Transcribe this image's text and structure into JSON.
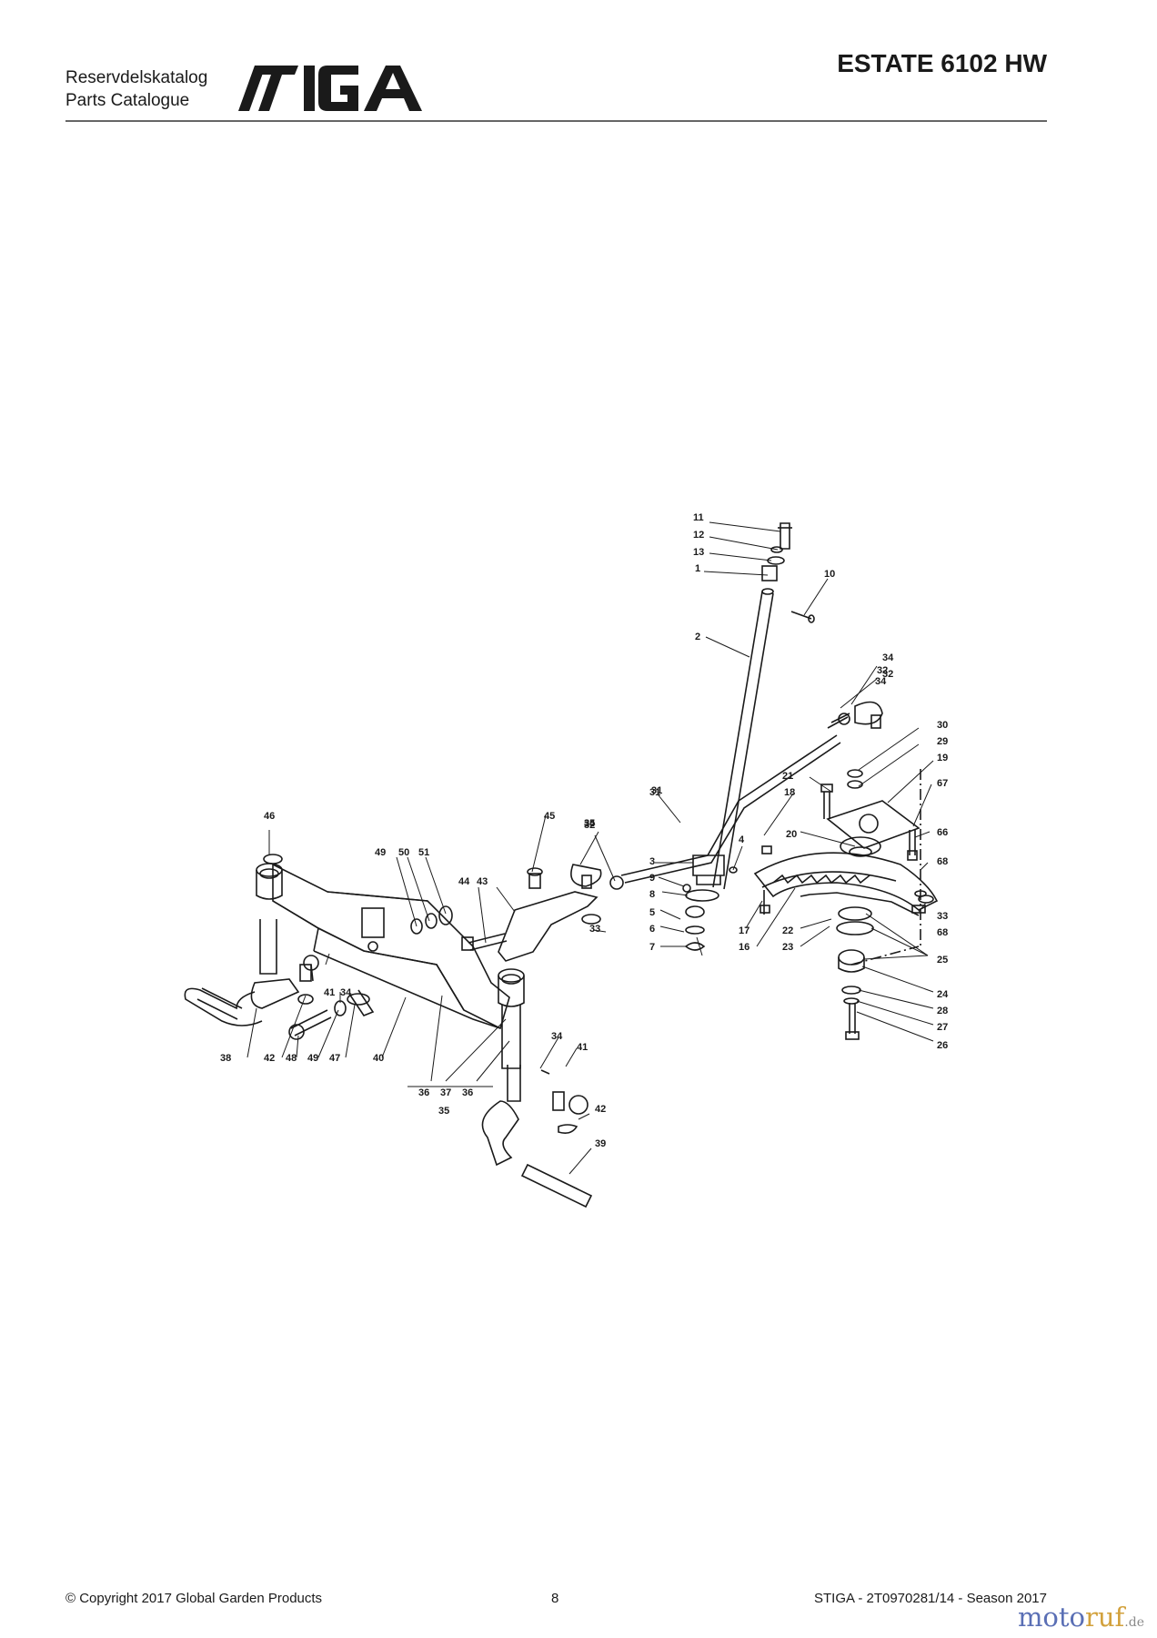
{
  "header": {
    "catalog_sv": "Reservdelskatalog",
    "catalog_en": "Parts Catalogue",
    "brand": "STIGA",
    "model": "ESTATE 6102 HW"
  },
  "diagram": {
    "part_labels": [
      "1",
      "2",
      "3",
      "4",
      "5",
      "6",
      "7",
      "8",
      "9",
      "10",
      "11",
      "12",
      "13",
      "16",
      "17",
      "18",
      "19",
      "20",
      "21",
      "22",
      "23",
      "24",
      "25",
      "26",
      "27",
      "28",
      "29",
      "30",
      "31",
      "32",
      "33",
      "34",
      "35",
      "36",
      "37",
      "38",
      "39",
      "40",
      "41",
      "42",
      "43",
      "44",
      "45",
      "46",
      "47",
      "48",
      "49",
      "50",
      "51",
      "66",
      "67",
      "68"
    ]
  },
  "footer": {
    "copyright": "© Copyright 2017 Global Garden Products",
    "page": "8",
    "doc_ref": "STIGA - 2T0970281/14 - Season 2017"
  },
  "watermark": {
    "part1": "moto",
    "part2": "ruf",
    "part3": ".de"
  },
  "colors": {
    "ink": "#1a1a1a",
    "rule": "#666666",
    "wm_blue": "#5a6fb5",
    "wm_gold": "#d2a13c"
  }
}
